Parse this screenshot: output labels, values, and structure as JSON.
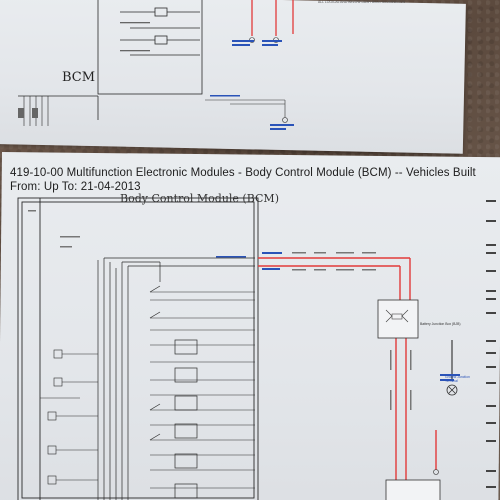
{
  "photo": {
    "subject": "printed wiring diagram pages",
    "background": "carpet"
  },
  "top_page": {
    "module_label": "BCM",
    "note": "ALL LOGICAL AND BELOW DASH BULB ILLUMINATION"
  },
  "bottom_page": {
    "title": "419-10-00 Multifunction Electronic Modules - Body Control Module (BCM) -- Vehicles Built From: Up To: 21-04-2013",
    "module_heading": "Body Control Module (BCM)",
    "fuse_box_label": "Battery Junction Box (BJB)",
    "blue_note": "Ground Junction Terminal"
  },
  "colors": {
    "paper": "#e6e9ec",
    "wire_red": "#e23a3a",
    "wire_black": "#1a1a1a",
    "text_blue": "#2a53b8"
  }
}
